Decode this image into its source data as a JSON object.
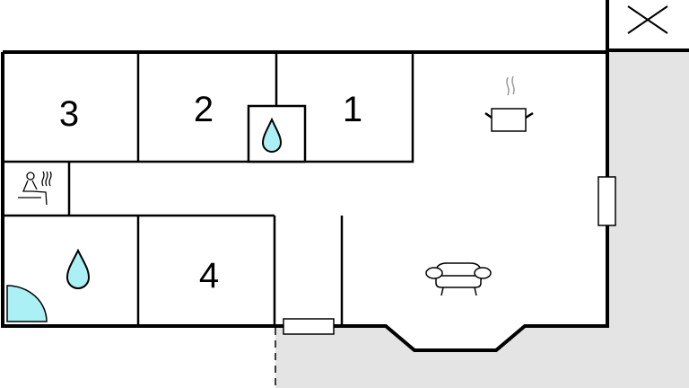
{
  "rooms": [
    {
      "label": "3"
    },
    {
      "label": "2"
    },
    {
      "label": "1"
    },
    {
      "label": "4"
    }
  ],
  "icons": [
    "sauna-icon",
    "water-drop-icon",
    "kitchen-pot-icon",
    "sofa-icon",
    "door-arc-icon",
    "close-box-icon"
  ],
  "colors": {
    "wall": "#000000",
    "water": "#aaf0f5",
    "outside": "#e4e4e4"
  }
}
